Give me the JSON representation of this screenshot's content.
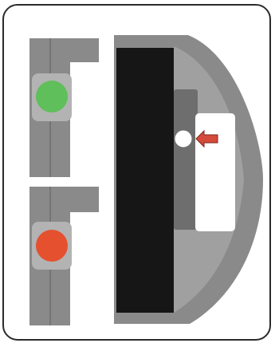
{
  "colors": {
    "background": "#ffffff",
    "card_border": "#2b2b2b",
    "metal_gray": "#8a8a8a",
    "metal_light": "#b3b3b3",
    "metal_dark": "#6e6e6e",
    "black_slab": "#161616",
    "green_light": "#5fbf5a",
    "red_light": "#e5502f",
    "red_arrow": "#d64a3b",
    "white_detail": "#ffffff"
  },
  "indicators": [
    {
      "name": "green",
      "state": "on",
      "icon": "green-light-icon"
    },
    {
      "name": "red",
      "state": "on",
      "icon": "red-light-icon"
    }
  ],
  "panel": {
    "has_hole": true,
    "arrow_icon": "red-arrow-icon",
    "arrow_direction": "left"
  }
}
